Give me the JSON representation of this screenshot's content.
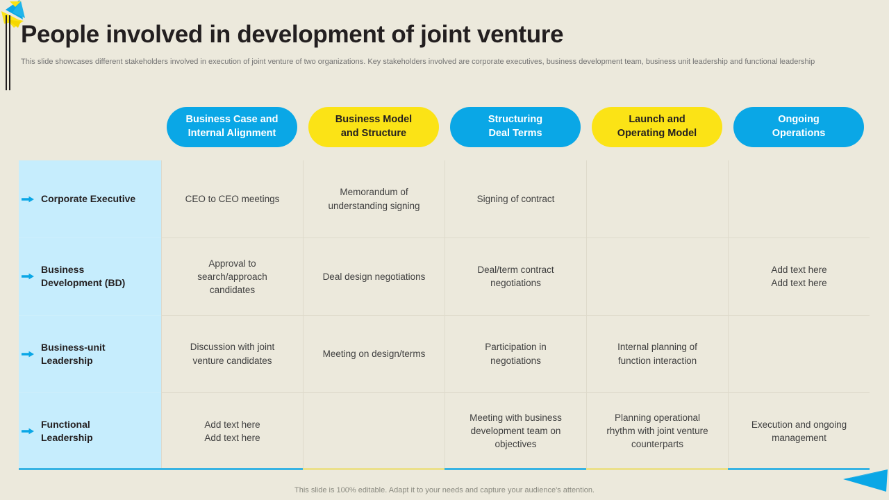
{
  "slide": {
    "title": "People involved in development of joint venture",
    "subtitle": "This slide showcases different stakeholders involved in execution of joint venture of two organizations. Key stakeholders involved are corporate executives, business development team, business unit leadership and functional leadership",
    "footer_note": "This slide is 100% editable. Adapt it to your needs and capture your audience's attention."
  },
  "colors": {
    "background": "#ece9dc",
    "accent_blue": "#0aa7e6",
    "accent_yellow": "#fbe316",
    "row_label_bg": "#c6edfd",
    "text_dark": "#231f20",
    "text_body": "#3f3f3f",
    "rule_blue": "#37b3e3",
    "rule_yellow": "#ebe08a"
  },
  "phases": [
    {
      "label": "Business Case and Internal Alignment",
      "style": "blue",
      "line1": "Business Case and",
      "line2": "Internal Alignment"
    },
    {
      "label": "Business Model and Structure",
      "style": "yellow",
      "line1": "Business Model",
      "line2": "and Structure"
    },
    {
      "label": "Structuring Deal Terms",
      "style": "blue",
      "line1": "Structuring",
      "line2": "Deal Terms"
    },
    {
      "label": "Launch and Operating Model",
      "style": "yellow",
      "line1": "Launch and",
      "line2": "Operating Model"
    },
    {
      "label": "Ongoing Operations",
      "style": "blue",
      "line1": "Ongoing",
      "line2": "Operations"
    }
  ],
  "rows": [
    {
      "label": "Corporate Executive",
      "label_line1": "Corporate Executive",
      "label_line2": "",
      "cells": [
        {
          "lines": [
            "CEO to CEO meetings"
          ]
        },
        {
          "lines": [
            "Memorandum of",
            "understanding signing"
          ]
        },
        {
          "lines": [
            "Signing of contract"
          ]
        },
        {
          "lines": []
        },
        {
          "lines": []
        }
      ]
    },
    {
      "label": "Business Development (BD)",
      "label_line1": "Business",
      "label_line2": "Development (BD)",
      "cells": [
        {
          "lines": [
            "Approval to",
            "search/approach",
            "candidates"
          ]
        },
        {
          "lines": [
            "Deal design negotiations"
          ]
        },
        {
          "lines": [
            "Deal/term contract",
            "negotiations"
          ]
        },
        {
          "lines": []
        },
        {
          "lines": [
            "Add text here",
            "Add text here"
          ]
        }
      ]
    },
    {
      "label": "Business-unit Leadership",
      "label_line1": "Business-unit",
      "label_line2": "Leadership",
      "cells": [
        {
          "lines": [
            "Discussion with joint",
            "venture candidates"
          ]
        },
        {
          "lines": [
            "Meeting on design/terms"
          ]
        },
        {
          "lines": [
            "Participation in",
            "negotiations"
          ]
        },
        {
          "lines": [
            "Internal planning of",
            "function interaction"
          ]
        },
        {
          "lines": []
        }
      ]
    },
    {
      "label": "Functional Leadership",
      "label_line1": "Functional",
      "label_line2": "Leadership",
      "cells": [
        {
          "lines": [
            "Add text here",
            "Add text here"
          ]
        },
        {
          "lines": []
        },
        {
          "lines": [
            "Meeting with business",
            "development team on",
            "objectives"
          ]
        },
        {
          "lines": [
            "Planning operational",
            "rhythm with joint venture",
            "counterparts"
          ]
        },
        {
          "lines": [
            "Execution and ongoing",
            "management"
          ]
        }
      ]
    }
  ]
}
